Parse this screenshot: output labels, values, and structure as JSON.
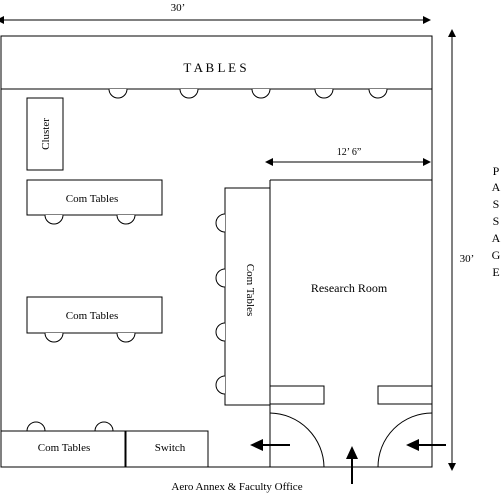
{
  "dimensions": {
    "top_width": "30’",
    "right_height": "30’",
    "research_width": "12’ 6”"
  },
  "labels": {
    "tables_top": "T A B L E S",
    "cluster": "Cluster",
    "com_tables_1": "Com Tables",
    "com_tables_2": "Com Tables",
    "com_tables_vertical": "Com Tables",
    "research_room": "Research Room",
    "com_tables_bottom": "Com Tables",
    "switch": "Switch",
    "bottom_caption": "Aero Annex & Faculty Office"
  },
  "passage_letters": [
    "P",
    "A",
    "S",
    "S",
    "A",
    "G",
    "E"
  ],
  "colors": {
    "ink": "#000000",
    "paper": "#ffffff"
  }
}
